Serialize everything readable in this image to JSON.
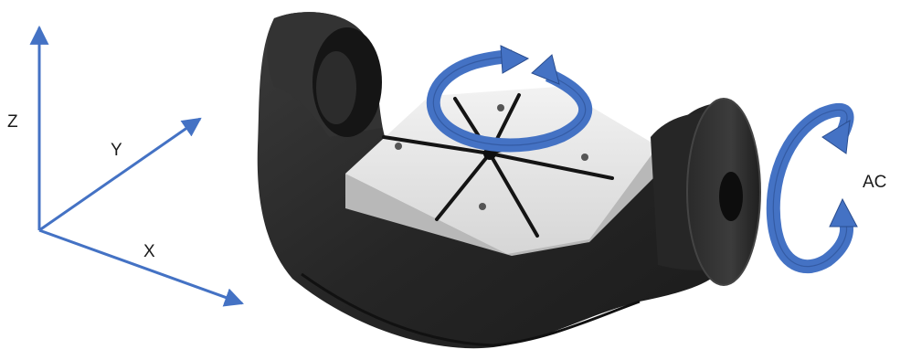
{
  "labels": {
    "z": "Z",
    "y": "Y",
    "x": "X",
    "ac": "AC"
  },
  "colors": {
    "axis": "#4472c4",
    "rotation_arrow": "#4472c4",
    "rotation_arrow_outline": "#2a4d8f",
    "machine_body": "#2b2b2b",
    "table_top": "#e6e6e6",
    "table_side": "#bdbdbd",
    "slot": "#1a1a1a"
  },
  "image": {
    "subject": "trunnion-rotary-table",
    "rotations": [
      "table-spin-arrow",
      "trunnion-tilt-arrow"
    ]
  }
}
